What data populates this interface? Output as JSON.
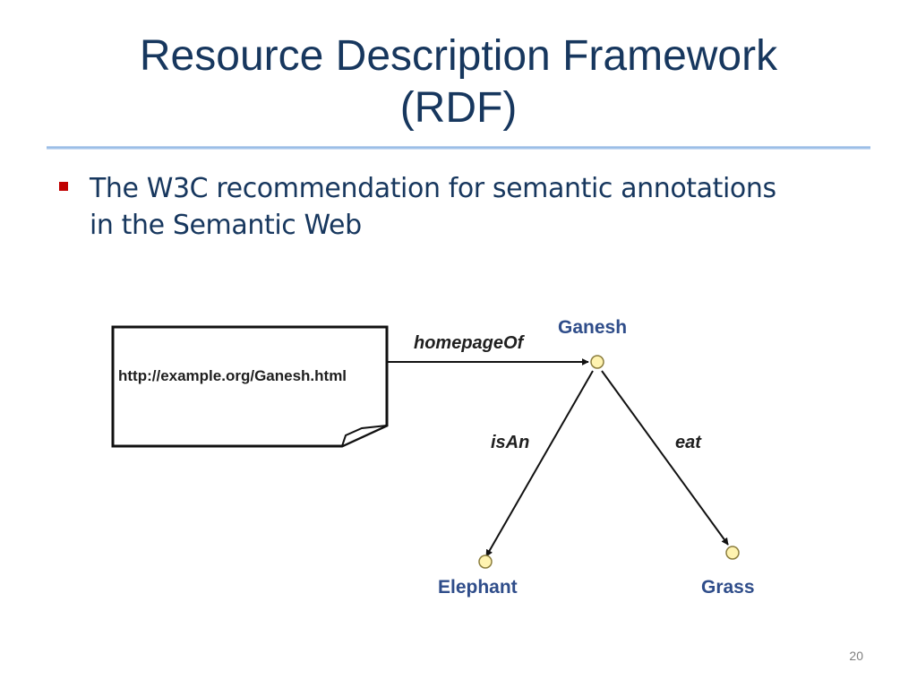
{
  "slide": {
    "title_line1": "Resource Description Framework",
    "title_line2": "(RDF)",
    "bullets": [
      {
        "line1": "The W3C recommendation for semantic annotations",
        "line2": "in the Semantic Web"
      }
    ],
    "page_number": "20"
  },
  "diagram": {
    "document": {
      "url": "http://example.org/Ganesh.html"
    },
    "nodes": {
      "subject": "Ganesh",
      "object_left": "Elephant",
      "object_right": "Grass"
    },
    "edges": {
      "homepage": "homepageOf",
      "type": "isAn",
      "food": "eat"
    }
  }
}
